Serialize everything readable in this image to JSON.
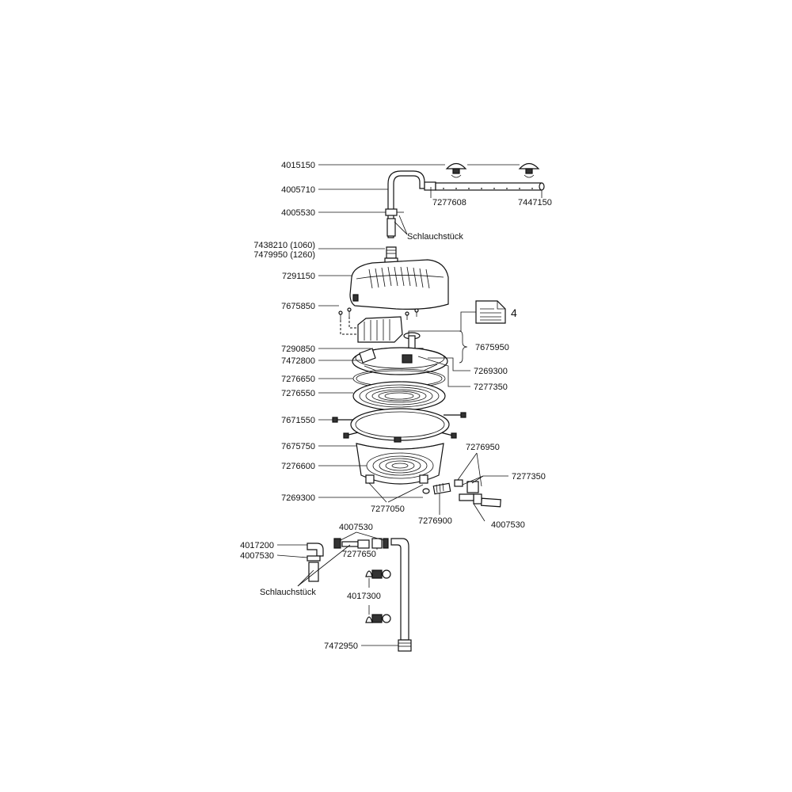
{
  "labels": {
    "p4015150": "4015150",
    "p4005710": "4005710",
    "p4005530": "4005530",
    "p7277608": "7277608",
    "p7447150": "7447150",
    "schlauch_top": "Schlauchstück",
    "p7438210": "7438210 (1060)",
    "p7479950": "7479950 (1260)",
    "p7291150": "7291150",
    "p7675850": "7675850",
    "manual_number": "4",
    "p7675950": "7675950",
    "p7290850": "7290850",
    "p7472800": "7472800",
    "p7269300_right": "7269300",
    "p7276650": "7276650",
    "p7277350_mid": "7277350",
    "p7276550": "7276550",
    "p7671550": "7671550",
    "p7675750": "7675750",
    "p7276950": "7276950",
    "p7276600": "7276600",
    "p7277350_low": "7277350",
    "p7269300_left": "7269300",
    "p7277050": "7277050",
    "p7276900": "7276900",
    "p4007530_right": "4007530",
    "p4007530_top": "4007530",
    "p4017200": "4017200",
    "p4007530_left": "4007530",
    "p7277650": "7277650",
    "schlauch_bottom": "Schlauchstück",
    "p4017300": "4017300",
    "p7472950": "7472950"
  },
  "icons": {
    "manual": "document-icon"
  }
}
